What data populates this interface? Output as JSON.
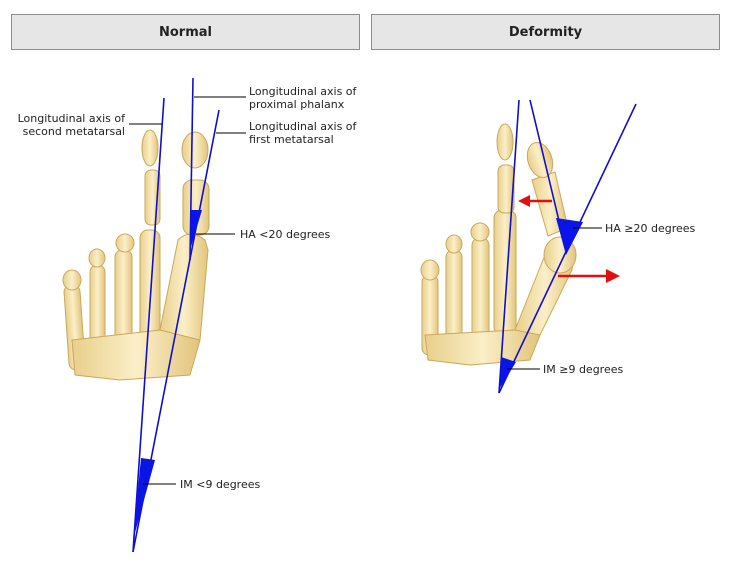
{
  "panels": {
    "left": {
      "title": "Normal",
      "labels": {
        "second_metatarsal_line1": "Longitudinal axis of",
        "second_metatarsal_line2": "second metatarsal",
        "proximal_phalanx_line1": "Longitudinal axis of",
        "proximal_phalanx_line2": "proximal phalanx",
        "first_metatarsal_line1": "Longitudinal axis of",
        "first_metatarsal_line2": "first metatarsal",
        "ha": "HA <20 degrees",
        "im": "IM <9 degrees"
      }
    },
    "right": {
      "title": "Deformity",
      "labels": {
        "ha": "HA ≥20 degrees",
        "im": "IM ≥9 degrees"
      }
    }
  },
  "colors": {
    "axis_line": "#1010c8",
    "angle_fill": "#0a14e6",
    "arrow": "#e01010",
    "bone": "#f2dfa6",
    "bone_outline": "#c9a95a",
    "header_bg": "#e6e6e6"
  }
}
